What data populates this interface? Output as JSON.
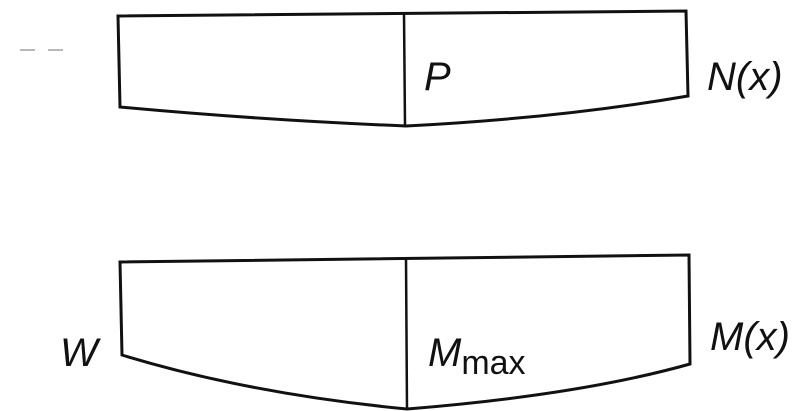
{
  "diagram": {
    "top_panel": {
      "center_label": "P",
      "right_label": "N(x)"
    },
    "bottom_panel": {
      "left_label": "W",
      "center_label_main": "M",
      "center_label_sub": "max",
      "right_label": "M(x)"
    }
  }
}
